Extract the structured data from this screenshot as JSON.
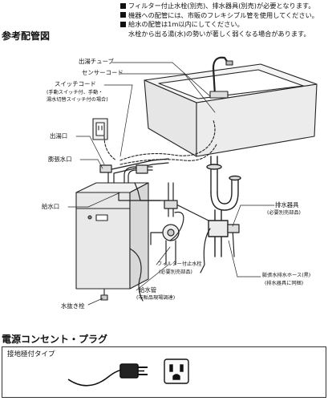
{
  "notes": [
    "フィルター付止水栓(別売)、排水器具(別売)が必要となります。",
    "機器への配管には、市販のフレキシブル管を使用してください。",
    "給水の配管は1m以内にしてください。",
    "水栓から出る湯(水)の勢いが著しく弱くなる場合があります。"
  ],
  "diagram_title": "参考配管図",
  "labels": {
    "tube": "出湯チューブ",
    "sensor_cord": "センサーコード",
    "switch_cord": "スイッチコード",
    "switch_note_1": "(手動スイッチ付、手動・",
    "switch_note_2": "湯水切替スイッチ付の場合)",
    "outlet": "出湯口",
    "expansion_outlet": "膨張水口",
    "water_inlet": "給水口",
    "drain_fitting": "排水器具",
    "drain_fitting_note": "(必要別売部品)",
    "filter_valve": "フィルター付止水栓",
    "filter_valve_note": "(必要別売部品)",
    "supply_pipe": "給水管",
    "supply_pipe_note": "(市販品現場調達)",
    "expansion_hose": "膨張水排水ホース(黒)",
    "expansion_hose_note": "(排水器具に同梱)",
    "drain_plug": "水抜き栓"
  },
  "power_title": "電源コンセント・プラグ",
  "plug_type": "接地極付タイプ"
}
